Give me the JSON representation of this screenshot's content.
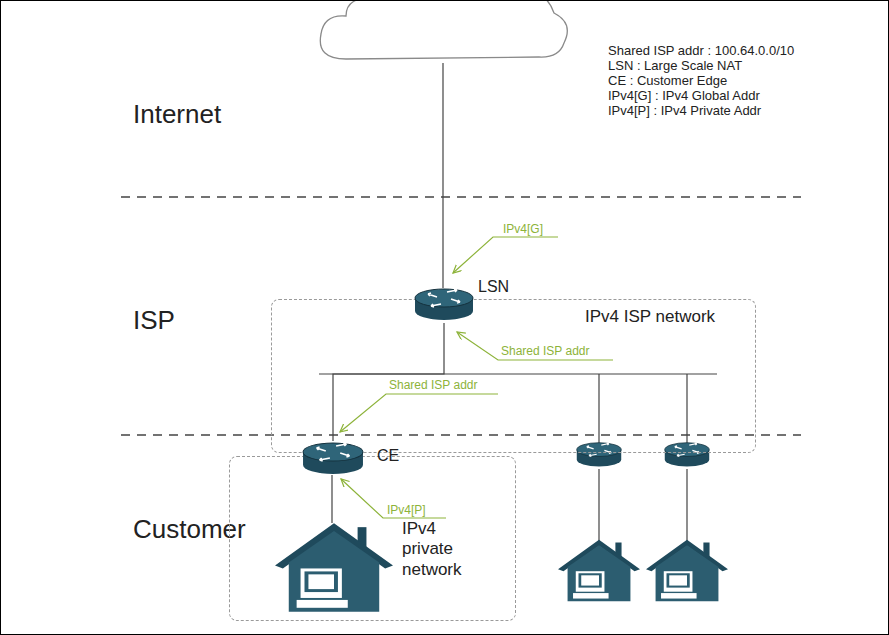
{
  "diagram": {
    "nodes": [
      {
        "text": [
          "IPv4 ISP network"
        ]
      },
      {
        "text": [
          "LSN"
        ],
        "in": 0
      },
      {
        "text": [
          "IPv4 private network"
        ]
      },
      {
        "text": [
          "CE"
        ],
        "in": 2
      }
    ],
    "edges": [
      {
        "from": 1,
        "to": 3,
        "arrow": "none"
      }
    ],
    "labels": [
      "Internet",
      "ISP",
      "Customer",
      "Shared ISP addr : 100.64.0.0/10",
      "LSN : Large Scale NAT",
      "CE : Customer Edge",
      "IPv4[G] : IPv4 Global Addr",
      "IPv4[P] : IPv4 Private Addr",
      "IPv4[G]",
      "Shared ISP addr",
      "Shared ISP addr",
      "IPv4[P]"
    ]
  }
}
